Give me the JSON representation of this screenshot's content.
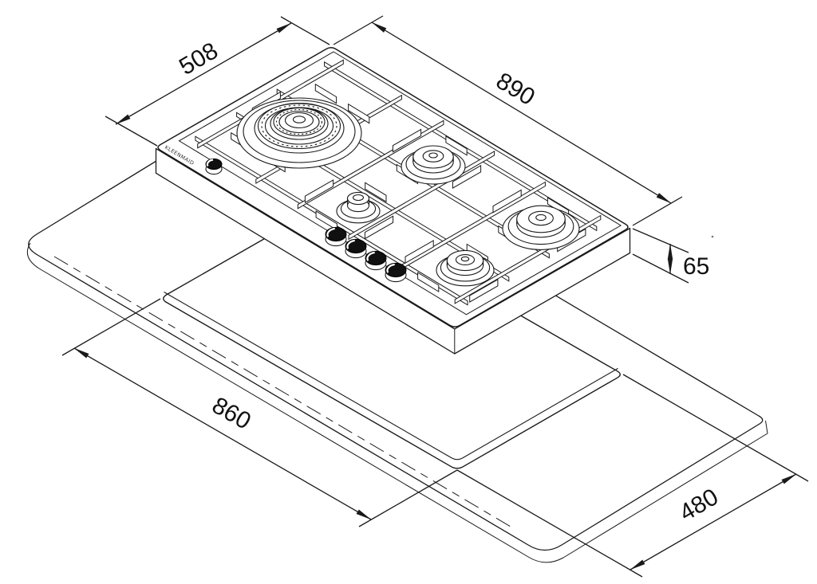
{
  "page": {
    "background": "#ffffff"
  },
  "drawing": {
    "brand_text": "KLEENMAID",
    "line_color": "#1a1a1a",
    "burner_count": 5,
    "knob_count": 5,
    "dimensions": {
      "cooktop_width": "508",
      "cooktop_length": "890",
      "cooktop_depth": "65",
      "cutout_length": "860",
      "cutout_width": "480"
    }
  }
}
